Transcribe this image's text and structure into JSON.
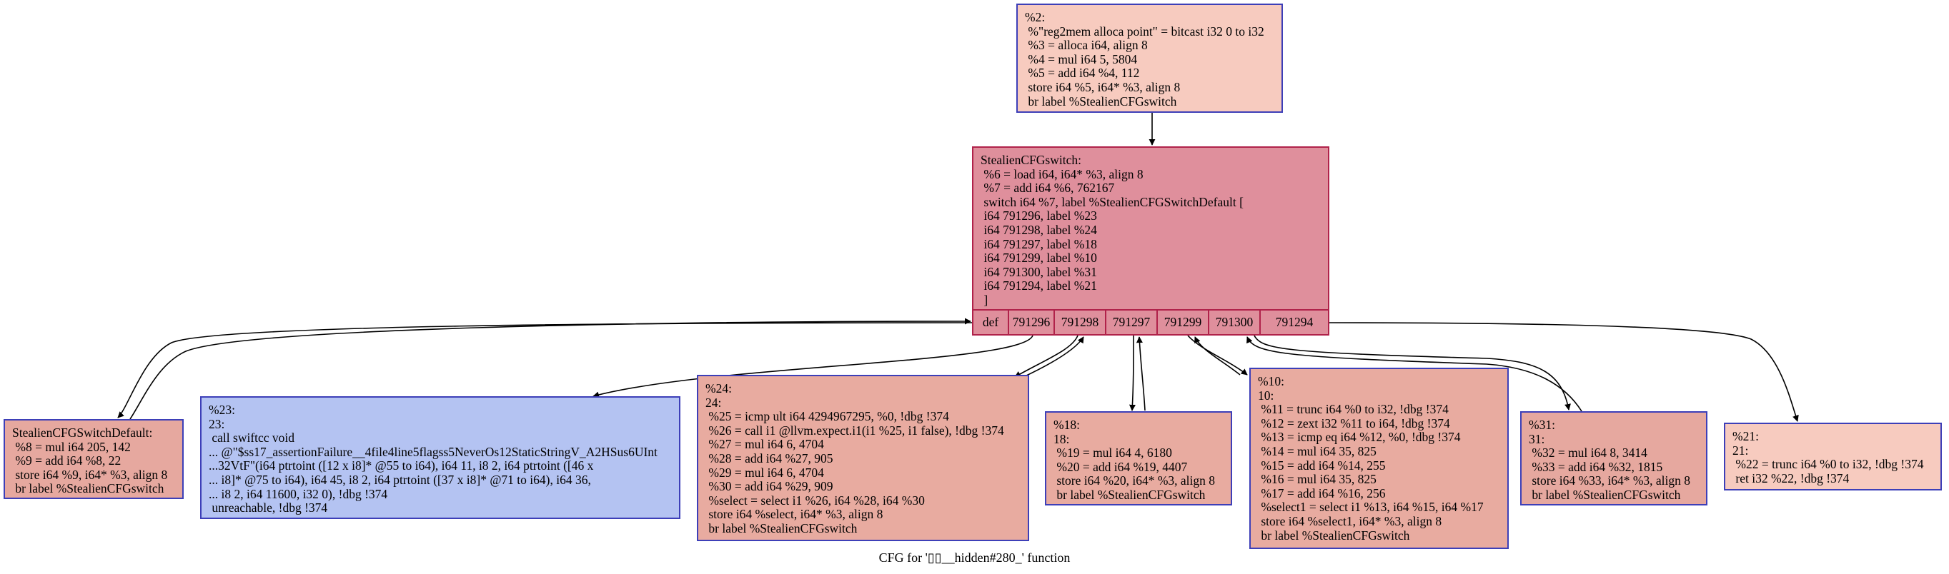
{
  "caption": "CFG for '▯▯__hidden#280_' function",
  "colors": {
    "edge": "#000000",
    "node_border": "#3d3fb8",
    "switch_border": "#b0224a"
  },
  "nodes": {
    "entry": {
      "fill": "#f7cbbf",
      "lines": [
        "%2:",
        " %\"reg2mem alloca point\" = bitcast i32 0 to i32",
        " %3 = alloca i64, align 8",
        " %4 = mul i64 5, 5804",
        " %5 = add i64 %4, 112",
        " store i64 %5, i64* %3, align 8",
        " br label %StealienCFGswitch"
      ]
    },
    "switch": {
      "fill": "#df8f9c",
      "lines": [
        "StealienCFGswitch:",
        " %6 = load i64, i64* %3, align 8",
        " %7 = add i64 %6, 762167",
        " switch i64 %7, label %StealienCFGSwitchDefault [",
        " i64 791296, label %23",
        " i64 791298, label %24",
        " i64 791297, label %18",
        " i64 791299, label %10",
        " i64 791300, label %31",
        " i64 791294, label %21",
        " ]"
      ],
      "ports": [
        "def",
        "791296",
        "791298",
        "791297",
        "791299",
        "791300",
        "791294"
      ]
    },
    "default": {
      "fill": "#e6a89f",
      "lines": [
        "StealienCFGSwitchDefault:",
        " %8 = mul i64 205, 142",
        " %9 = add i64 %8, 22",
        " store i64 %9, i64* %3, align 8",
        " br label %StealienCFGswitch"
      ]
    },
    "n23": {
      "fill": "#b4c3f2",
      "lines": [
        "%23:",
        "23:",
        " call swiftcc void",
        "... @\"$ss17_assertionFailure__4file4line5flagss5NeverOs12StaticStringV_A2HSus6UInt",
        "...32VtF\"(i64 ptrtoint ([12 x i8]* @55 to i64), i64 11, i8 2, i64 ptrtoint ([46 x",
        "... i8]* @75 to i64), i64 45, i8 2, i64 ptrtoint ([37 x i8]* @71 to i64), i64 36,",
        "... i8 2, i64 11600, i32 0), !dbg !374",
        " unreachable, !dbg !374"
      ]
    },
    "n24": {
      "fill": "#e8aba0",
      "lines": [
        "%24:",
        "24:",
        " %25 = icmp ult i64 4294967295, %0, !dbg !374",
        " %26 = call i1 @llvm.expect.i1(i1 %25, i1 false), !dbg !374",
        " %27 = mul i64 6, 4704",
        " %28 = add i64 %27, 905",
        " %29 = mul i64 6, 4704",
        " %30 = add i64 %29, 909",
        " %select = select i1 %26, i64 %28, i64 %30",
        " store i64 %select, i64* %3, align 8",
        " br label %StealienCFGswitch"
      ]
    },
    "n18": {
      "fill": "#e8aba0",
      "lines": [
        "%18:",
        "18:",
        " %19 = mul i64 4, 6180",
        " %20 = add i64 %19, 4407",
        " store i64 %20, i64* %3, align 8",
        " br label %StealienCFGswitch"
      ]
    },
    "n10": {
      "fill": "#e8aba0",
      "lines": [
        "%10:",
        "10:",
        " %11 = trunc i64 %0 to i32, !dbg !374",
        " %12 = zext i32 %11 to i64, !dbg !374",
        " %13 = icmp eq i64 %12, %0, !dbg !374",
        " %14 = mul i64 35, 825",
        " %15 = add i64 %14, 255",
        " %16 = mul i64 35, 825",
        " %17 = add i64 %16, 256",
        " %select1 = select i1 %13, i64 %15, i64 %17",
        " store i64 %select1, i64* %3, align 8",
        " br label %StealienCFGswitch"
      ]
    },
    "n31": {
      "fill": "#e6a89f",
      "lines": [
        "%31:",
        "31:",
        " %32 = mul i64 8, 3414",
        " %33 = add i64 %32, 1815",
        " store i64 %33, i64* %3, align 8",
        " br label %StealienCFGswitch"
      ]
    },
    "n21": {
      "fill": "#f7cbbf",
      "lines": [
        "%21:",
        "21:",
        " %22 = trunc i64 %0 to i32, !dbg !374",
        " ret i32 %22, !dbg !374"
      ]
    }
  }
}
